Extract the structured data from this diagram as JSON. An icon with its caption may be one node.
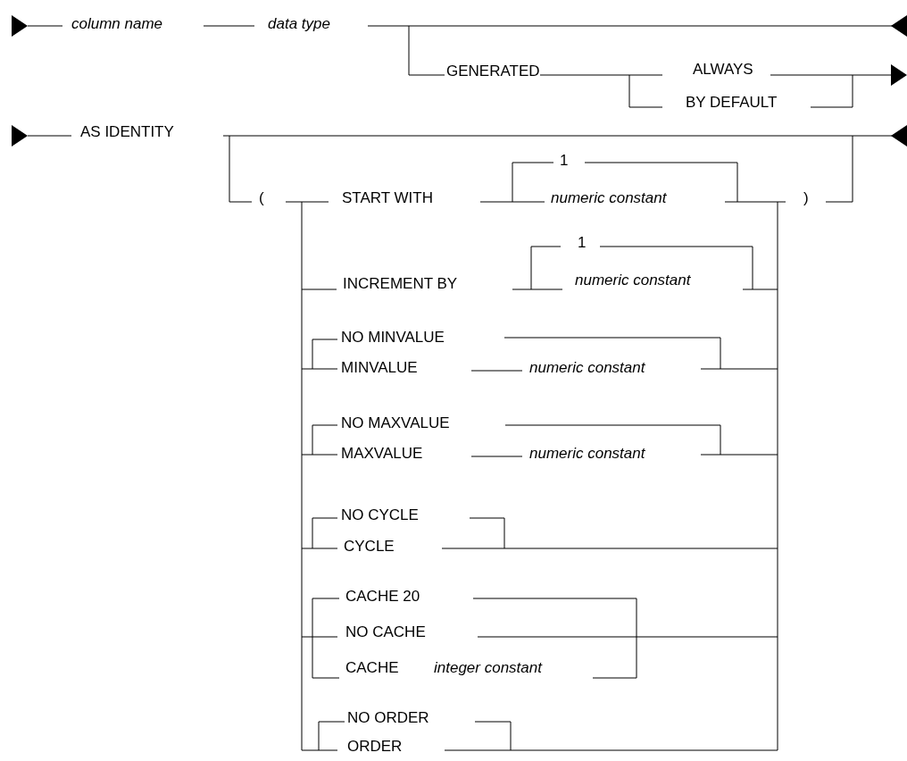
{
  "diagram": {
    "labels": [
      "column name",
      "data type",
      "GENERATED",
      "ALWAYS",
      "BY DEFAULT",
      "AS IDENTITY",
      "1",
      "(",
      "START WITH",
      "numeric constant",
      ")",
      "1",
      "INCREMENT BY",
      "numeric constant",
      "NO MINVALUE",
      "MINVALUE",
      "numeric constant",
      "NO MAXVALUE",
      "MAXVALUE",
      "numeric constant",
      "NO CYCLE",
      "CYCLE",
      "CACHE 20",
      "NO CACHE",
      "CACHE",
      "integer constant",
      "NO ORDER",
      "ORDER"
    ]
  }
}
